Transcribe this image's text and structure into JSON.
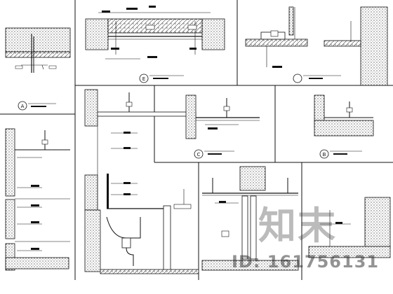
{
  "sheet": {
    "watermark_logo": "知末",
    "watermark_id": "ID: 161756131"
  },
  "details": [
    {
      "key": "A",
      "label": "A"
    },
    {
      "key": "B",
      "label": "B"
    },
    {
      "key": "C",
      "label": "C"
    },
    {
      "key": "E",
      "label": "E"
    }
  ]
}
